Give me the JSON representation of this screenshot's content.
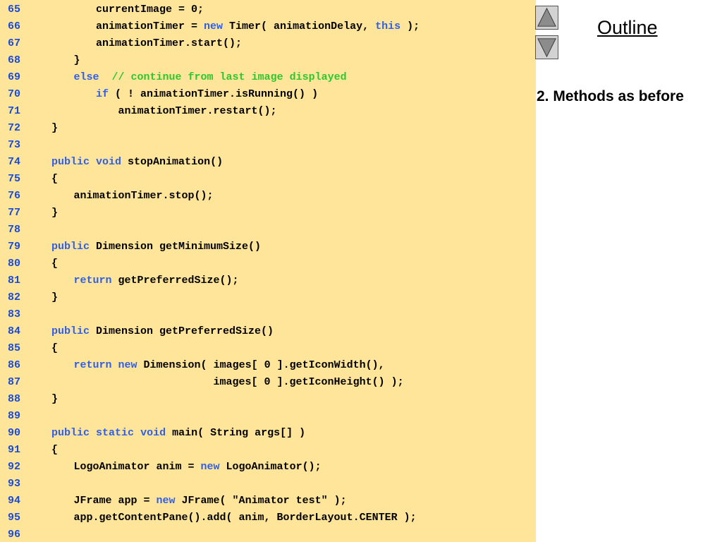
{
  "outline": {
    "label": "Outline"
  },
  "side_note": "2. Methods as before",
  "navigation": {
    "up_icon": "triangle-up-icon",
    "down_icon": "triangle-down-icon"
  },
  "colors": {
    "panel": "#ffe599",
    "keyword": "#2f5ee8",
    "comment": "#2ec82e",
    "line_number": "#1a4bd6"
  },
  "code": {
    "language": "Java",
    "lines": [
      {
        "n": "65",
        "indent": 4,
        "tokens": [
          {
            "t": "currentImage = 0;",
            "k": "p"
          }
        ]
      },
      {
        "n": "66",
        "indent": 4,
        "tokens": [
          {
            "t": "animationTimer = ",
            "k": "p"
          },
          {
            "t": "new",
            "k": "kw"
          },
          {
            "t": " Timer( animationDelay, ",
            "k": "p"
          },
          {
            "t": "this",
            "k": "kw"
          },
          {
            "t": " );",
            "k": "p"
          }
        ]
      },
      {
        "n": "67",
        "indent": 4,
        "tokens": [
          {
            "t": "animationTimer.start();",
            "k": "p"
          }
        ]
      },
      {
        "n": "68",
        "indent": 3,
        "tokens": [
          {
            "t": "}",
            "k": "p"
          }
        ]
      },
      {
        "n": "69",
        "indent": 3,
        "tokens": [
          {
            "t": "else",
            "k": "kw"
          },
          {
            "t": "  ",
            "k": "p"
          },
          {
            "t": "// continue from last image displayed",
            "k": "cm"
          }
        ]
      },
      {
        "n": "70",
        "indent": 4,
        "tokens": [
          {
            "t": "if",
            "k": "kw"
          },
          {
            "t": " ( ! animationTimer.isRunning() )",
            "k": "p"
          }
        ]
      },
      {
        "n": "71",
        "indent": 5,
        "tokens": [
          {
            "t": "animationTimer.restart();",
            "k": "p"
          }
        ]
      },
      {
        "n": "72",
        "indent": 2,
        "tokens": [
          {
            "t": "}",
            "k": "p"
          }
        ]
      },
      {
        "n": "73",
        "indent": 0,
        "tokens": []
      },
      {
        "n": "74",
        "indent": 2,
        "tokens": [
          {
            "t": "public",
            "k": "kw"
          },
          {
            "t": " ",
            "k": "p"
          },
          {
            "t": "void",
            "k": "kw"
          },
          {
            "t": " stopAnimation()",
            "k": "p"
          }
        ]
      },
      {
        "n": "75",
        "indent": 2,
        "tokens": [
          {
            "t": "{",
            "k": "p"
          }
        ]
      },
      {
        "n": "76",
        "indent": 3,
        "tokens": [
          {
            "t": "animationTimer.stop();",
            "k": "p"
          }
        ]
      },
      {
        "n": "77",
        "indent": 2,
        "tokens": [
          {
            "t": "}",
            "k": "p"
          }
        ]
      },
      {
        "n": "78",
        "indent": 0,
        "tokens": []
      },
      {
        "n": "79",
        "indent": 2,
        "tokens": [
          {
            "t": "public",
            "k": "kw"
          },
          {
            "t": " Dimension getMinimumSize()",
            "k": "p"
          }
        ]
      },
      {
        "n": "80",
        "indent": 2,
        "tokens": [
          {
            "t": "{",
            "k": "p"
          }
        ]
      },
      {
        "n": "81",
        "indent": 3,
        "tokens": [
          {
            "t": "return",
            "k": "kw"
          },
          {
            "t": " getPreferredSize();",
            "k": "p"
          }
        ]
      },
      {
        "n": "82",
        "indent": 2,
        "tokens": [
          {
            "t": "}",
            "k": "p"
          }
        ]
      },
      {
        "n": "83",
        "indent": 0,
        "tokens": []
      },
      {
        "n": "84",
        "indent": 2,
        "tokens": [
          {
            "t": "public",
            "k": "kw"
          },
          {
            "t": " Dimension getPreferredSize()",
            "k": "p"
          }
        ]
      },
      {
        "n": "85",
        "indent": 2,
        "tokens": [
          {
            "t": "{",
            "k": "p"
          }
        ]
      },
      {
        "n": "86",
        "indent": 3,
        "tokens": [
          {
            "t": "return",
            "k": "kw"
          },
          {
            "t": " ",
            "k": "p"
          },
          {
            "t": "new",
            "k": "kw"
          },
          {
            "t": " Dimension( images[ 0 ].getIconWidth(),",
            "k": "p"
          }
        ]
      },
      {
        "n": "87",
        "indent": 3,
        "tokens": [
          {
            "t": "                      images[ 0 ].getIconHeight() );",
            "k": "p"
          }
        ]
      },
      {
        "n": "88",
        "indent": 2,
        "tokens": [
          {
            "t": "}",
            "k": "p"
          }
        ]
      },
      {
        "n": "89",
        "indent": 0,
        "tokens": []
      },
      {
        "n": "90",
        "indent": 2,
        "tokens": [
          {
            "t": "public",
            "k": "kw"
          },
          {
            "t": " ",
            "k": "p"
          },
          {
            "t": "static",
            "k": "kw"
          },
          {
            "t": " ",
            "k": "p"
          },
          {
            "t": "void",
            "k": "kw"
          },
          {
            "t": " main( String args[] )",
            "k": "p"
          }
        ]
      },
      {
        "n": "91",
        "indent": 2,
        "tokens": [
          {
            "t": "{",
            "k": "p"
          }
        ]
      },
      {
        "n": "92",
        "indent": 3,
        "tokens": [
          {
            "t": "LogoAnimator anim = ",
            "k": "p"
          },
          {
            "t": "new",
            "k": "kw"
          },
          {
            "t": " LogoAnimator();",
            "k": "p"
          }
        ]
      },
      {
        "n": "93",
        "indent": 0,
        "tokens": []
      },
      {
        "n": "94",
        "indent": 3,
        "tokens": [
          {
            "t": "JFrame app = ",
            "k": "p"
          },
          {
            "t": "new",
            "k": "kw"
          },
          {
            "t": " JFrame( \"Animator test\" );",
            "k": "p"
          }
        ]
      },
      {
        "n": "95",
        "indent": 3,
        "tokens": [
          {
            "t": "app.getContentPane().add( anim, BorderLayout.CENTER );",
            "k": "p"
          }
        ]
      },
      {
        "n": "96",
        "indent": 0,
        "tokens": []
      }
    ]
  }
}
